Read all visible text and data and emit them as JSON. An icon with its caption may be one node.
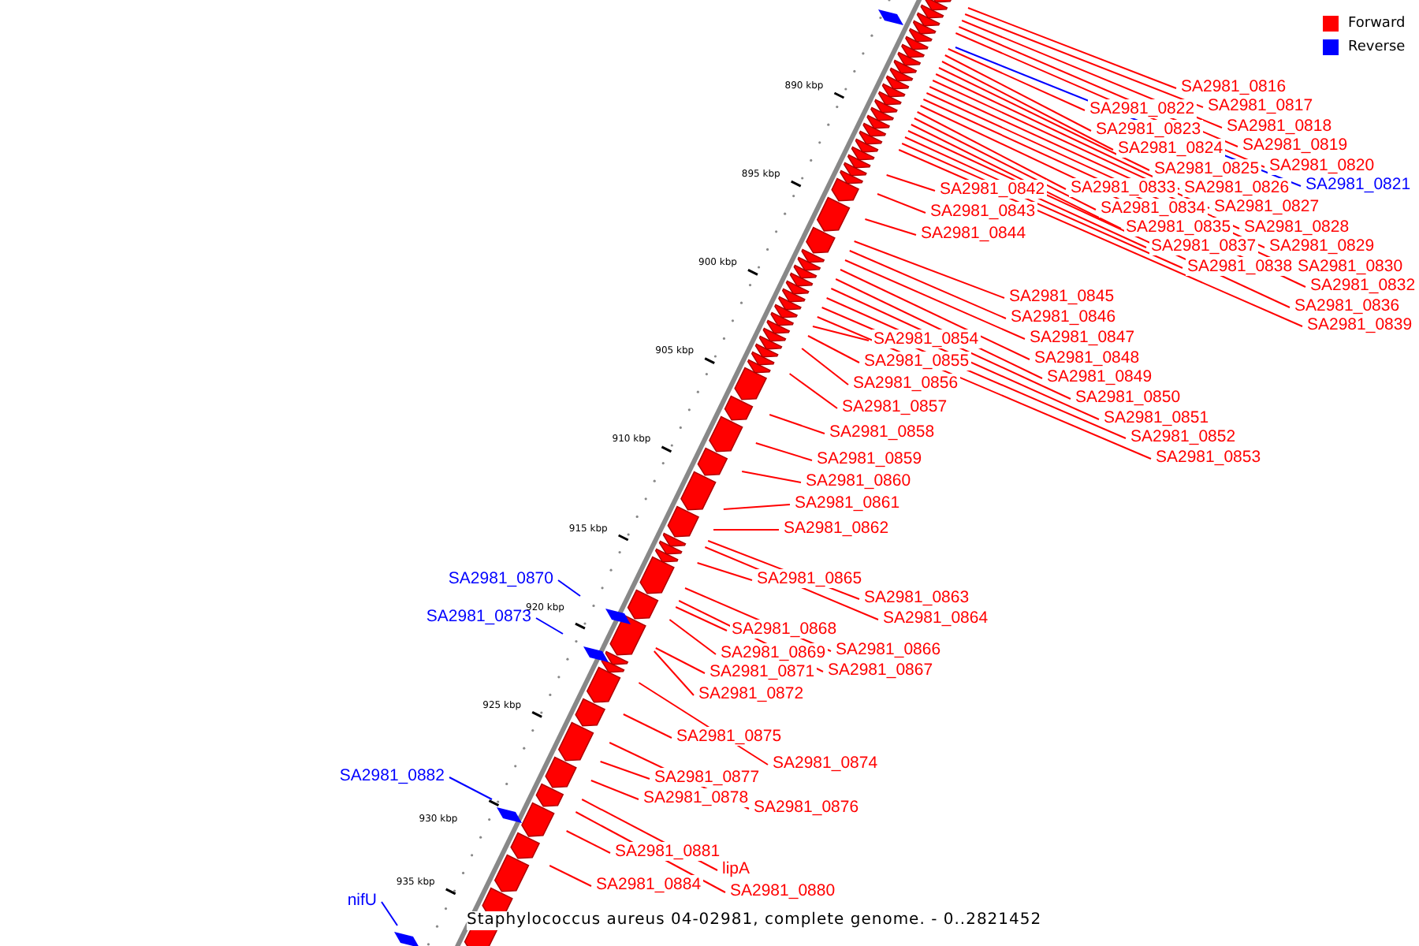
{
  "diagram": {
    "caption": "Staphylococcus aureus 04-02981, complete genome. - 0..2821452",
    "nodes": [
      {
        "text": [
          "SA2981_0816"
        ]
      },
      {
        "text": [
          "SA2981_0817"
        ]
      },
      {
        "text": [
          "SA2981_0822"
        ]
      },
      {
        "text": [
          "SA2981_0818"
        ]
      },
      {
        "text": [
          "SA2981_0823"
        ]
      },
      {
        "text": [
          "SA2981_0819"
        ]
      },
      {
        "text": [
          "SA2981_0824"
        ]
      },
      {
        "text": [
          "SA2981_0820"
        ]
      },
      {
        "text": [
          "SA2981_0825"
        ]
      },
      {
        "text": [
          "SA2981_0842"
        ]
      },
      {
        "text": [
          "SA2981_0833"
        ]
      },
      {
        "text": [
          "SA2981_0826"
        ]
      },
      {
        "text": [
          "SA2981_0821"
        ]
      },
      {
        "text": [
          "SA2981_0843"
        ]
      },
      {
        "text": [
          "SA2981_0834"
        ]
      },
      {
        "text": [
          "SA2981_0827"
        ]
      },
      {
        "text": [
          "SA2981_0844"
        ]
      },
      {
        "text": [
          "SA2981_0835"
        ]
      },
      {
        "text": [
          "SA2981_0828"
        ]
      },
      {
        "text": [
          "SA2981_0837"
        ]
      },
      {
        "text": [
          "SA2981_0829"
        ]
      },
      {
        "text": [
          "SA2981_0838"
        ]
      },
      {
        "text": [
          "SA2981_0830"
        ]
      },
      {
        "text": [
          "SA2981_0832"
        ]
      },
      {
        "text": [
          "SA2981_0845"
        ]
      },
      {
        "text": [
          "SA2981_0836"
        ]
      },
      {
        "text": [
          "SA2981_0846"
        ]
      },
      {
        "text": [
          "SA2981_0839"
        ]
      },
      {
        "text": [
          "SA2981_0847"
        ]
      },
      {
        "text": [
          "SA2981_0854"
        ]
      },
      {
        "text": [
          "SA2981_0848"
        ]
      },
      {
        "text": [
          "SA2981_0855"
        ]
      },
      {
        "text": [
          "SA2981_0849"
        ]
      },
      {
        "text": [
          "SA2981_0856"
        ]
      },
      {
        "text": [
          "SA2981_0850"
        ]
      },
      {
        "text": [
          "SA2981_0857"
        ]
      },
      {
        "text": [
          "SA2981_0851"
        ]
      },
      {
        "text": [
          "SA2981_0858"
        ]
      },
      {
        "text": [
          "SA2981_0852"
        ]
      },
      {
        "text": [
          "SA2981_0853"
        ]
      },
      {
        "text": [
          "SA2981_0859"
        ]
      },
      {
        "text": [
          "SA2981_0860"
        ]
      },
      {
        "text": [
          "SA2981_0861"
        ]
      },
      {
        "text": [
          "SA2981_0862"
        ]
      },
      {
        "text": [
          "SA2981_0870"
        ]
      },
      {
        "text": [
          "SA2981_0865"
        ]
      },
      {
        "text": [
          "SA2981_0863"
        ]
      },
      {
        "text": [
          "SA2981_0873"
        ]
      },
      {
        "text": [
          "SA2981_0864"
        ]
      },
      {
        "text": [
          "SA2981_0868"
        ]
      },
      {
        "text": [
          "SA2981_0866"
        ]
      },
      {
        "text": [
          "SA2981_0869"
        ]
      },
      {
        "text": [
          "SA2981_0867"
        ]
      },
      {
        "text": [
          "SA2981_0871"
        ]
      },
      {
        "text": [
          "SA2981_0872"
        ]
      },
      {
        "text": [
          "SA2981_0875"
        ]
      },
      {
        "text": [
          "SA2981_0874"
        ]
      },
      {
        "text": [
          "SA2981_0882"
        ]
      },
      {
        "text": [
          "SA2981_0877"
        ]
      },
      {
        "text": [
          "SA2981_0878"
        ]
      },
      {
        "text": [
          "SA2981_0876"
        ]
      },
      {
        "text": [
          "SA2981_0881"
        ]
      },
      {
        "text": [
          "lipA"
        ]
      },
      {
        "text": [
          "SA2981_0884"
        ]
      },
      {
        "text": [
          "SA2981_0880"
        ]
      },
      {
        "text": [
          "nifU"
        ]
      }
    ],
    "edges": [
      {
        "from": 0,
        "to": null,
        "arrow": "none"
      },
      {
        "from": 1,
        "to": null,
        "arrow": "none"
      },
      {
        "from": 2,
        "to": null,
        "arrow": "none"
      },
      {
        "from": 3,
        "to": null,
        "arrow": "none"
      },
      {
        "from": 4,
        "to": null,
        "arrow": "none"
      },
      {
        "from": 5,
        "to": null,
        "arrow": "none"
      },
      {
        "from": 6,
        "to": null,
        "arrow": "none"
      },
      {
        "from": 7,
        "to": null,
        "arrow": "none"
      },
      {
        "from": 8,
        "to": null,
        "arrow": "none"
      },
      {
        "from": 9,
        "to": null,
        "arrow": "none"
      },
      {
        "from": 10,
        "to": null,
        "arrow": "none"
      },
      {
        "from": 11,
        "to": null,
        "arrow": "none"
      },
      {
        "from": 12,
        "to": null,
        "arrow": "none",
        "color": "#0000ff"
      },
      {
        "from": 13,
        "to": null,
        "arrow": "none"
      },
      {
        "from": 14,
        "to": null,
        "arrow": "none"
      },
      {
        "from": 15,
        "to": null,
        "arrow": "none"
      },
      {
        "from": 16,
        "to": null,
        "arrow": "none"
      },
      {
        "from": 17,
        "to": null,
        "arrow": "none"
      },
      {
        "from": 18,
        "to": null,
        "arrow": "none"
      },
      {
        "from": 19,
        "to": null,
        "arrow": "none"
      },
      {
        "from": 20,
        "to": null,
        "arrow": "none"
      },
      {
        "from": 21,
        "to": null,
        "arrow": "none"
      },
      {
        "from": 22,
        "to": null,
        "arrow": "none"
      },
      {
        "from": 23,
        "to": null,
        "arrow": "none"
      },
      {
        "from": 24,
        "to": null,
        "arrow": "none"
      },
      {
        "from": 25,
        "to": null,
        "arrow": "none"
      },
      {
        "from": 26,
        "to": null,
        "arrow": "none"
      },
      {
        "from": 27,
        "to": null,
        "arrow": "none"
      },
      {
        "from": 28,
        "to": null,
        "arrow": "none"
      },
      {
        "from": 29,
        "to": null,
        "arrow": "none"
      },
      {
        "from": 30,
        "to": null,
        "arrow": "none"
      },
      {
        "from": 31,
        "to": null,
        "arrow": "none"
      },
      {
        "from": 32,
        "to": null,
        "arrow": "none"
      },
      {
        "from": 33,
        "to": null,
        "arrow": "none"
      },
      {
        "from": 34,
        "to": null,
        "arrow": "none"
      },
      {
        "from": 35,
        "to": null,
        "arrow": "none"
      },
      {
        "from": 36,
        "to": null,
        "arrow": "none"
      },
      {
        "from": 37,
        "to": null,
        "arrow": "none"
      },
      {
        "from": 38,
        "to": null,
        "arrow": "none"
      },
      {
        "from": 39,
        "to": null,
        "arrow": "none"
      },
      {
        "from": 40,
        "to": null,
        "arrow": "none"
      },
      {
        "from": 41,
        "to": null,
        "arrow": "none"
      },
      {
        "from": 42,
        "to": null,
        "arrow": "none"
      },
      {
        "from": 43,
        "to": null,
        "arrow": "none"
      },
      {
        "from": 44,
        "to": null,
        "arrow": "none",
        "color": "#0000ff"
      },
      {
        "from": 45,
        "to": null,
        "arrow": "none"
      },
      {
        "from": 46,
        "to": null,
        "arrow": "none"
      },
      {
        "from": 47,
        "to": null,
        "arrow": "none",
        "color": "#0000ff"
      },
      {
        "from": 48,
        "to": null,
        "arrow": "none"
      },
      {
        "from": 49,
        "to": null,
        "arrow": "none"
      },
      {
        "from": 50,
        "to": null,
        "arrow": "none"
      },
      {
        "from": 51,
        "to": null,
        "arrow": "none"
      },
      {
        "from": 52,
        "to": null,
        "arrow": "none"
      },
      {
        "from": 53,
        "to": null,
        "arrow": "none"
      },
      {
        "from": 54,
        "to": null,
        "arrow": "none"
      },
      {
        "from": 55,
        "to": null,
        "arrow": "none"
      },
      {
        "from": 56,
        "to": null,
        "arrow": "none"
      },
      {
        "from": 57,
        "to": null,
        "arrow": "none",
        "color": "#0000ff"
      },
      {
        "from": 58,
        "to": null,
        "arrow": "none"
      },
      {
        "from": 59,
        "to": null,
        "arrow": "none"
      },
      {
        "from": 60,
        "to": null,
        "arrow": "none"
      },
      {
        "from": 61,
        "to": null,
        "arrow": "none"
      },
      {
        "from": 62,
        "to": null,
        "arrow": "none"
      },
      {
        "from": 63,
        "to": null,
        "arrow": "none"
      },
      {
        "from": 64,
        "to": null,
        "arrow": "none"
      },
      {
        "from": 65,
        "to": null,
        "arrow": "none",
        "color": "#0000ff"
      }
    ],
    "labels": [
      "890 kbp",
      "895 kbp",
      "900 kbp",
      "905 kbp",
      "910 kbp",
      "915 kbp",
      "920 kbp",
      "925 kbp",
      "930 kbp",
      "935 kbp"
    ],
    "legend": [
      {
        "text": "Forward",
        "color": "#ff0000"
      },
      {
        "text": "Reverse",
        "color": "#0000ff"
      }
    ]
  }
}
